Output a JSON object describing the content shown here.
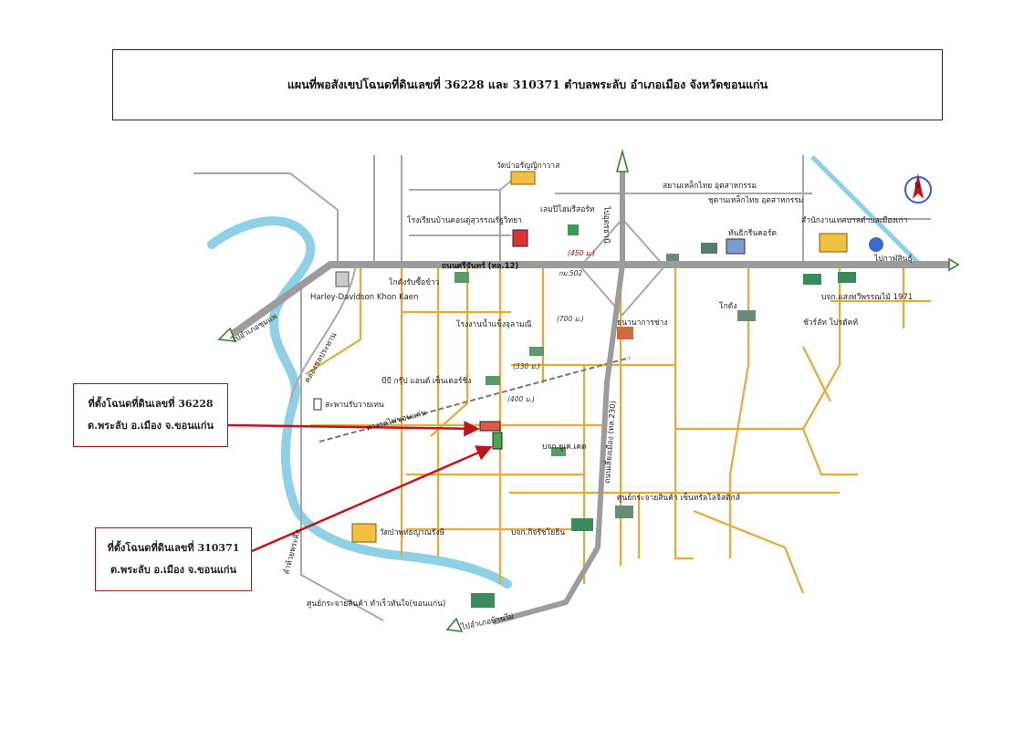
{
  "title": "แผนที่พอสังเขปโฉนดที่ดินเลขที่ 36228 และ 310371 ตำบลพระลับ อำเภอเมือง จังหวัดขอนแก่น",
  "callouts": [
    {
      "line1": "ที่ตั้งโฉนดที่ดินเลขที่ 36228",
      "line2": "ต.พระลับ อ.เมือง จ.ขอนแก่น"
    },
    {
      "line1": "ที่ตั้งโฉนดที่ดินเลขที่ 310371",
      "line2": "ต.พระลับ อ.เมือง จ.ขอนแก่น"
    }
  ],
  "roads": {
    "main_road": "ถนนศรีจันทร์ (ทล.12)",
    "highway_230": "ถนนเลี่ยงเมือง (ทล.230)",
    "to_udon": "ไปอุดรธานี",
    "to_kalasin": "ไปกาฬสินธุ์",
    "to_chumphae": "ไปอำเภอชุมแพ",
    "to_banphai": "ไปอำเภอบ้านไผ่",
    "km": "กม.502",
    "railway": "ทางรถไฟขอนแก่น",
    "river": "ลำห้วยพระคือ",
    "canal": "คลองชลประทาน"
  },
  "distances": [
    "(450 ม.)",
    "(700 ม.)",
    "(330 ม.)",
    "(400 ม.)"
  ],
  "places": {
    "temple_top": "วัดป่าอรัญญิกาวาส",
    "school": "โรงเรียนบ้านดอนดู่สุวรรณรัฐวิทยา",
    "resort": "เลมปีโฮมรีสอร์ท",
    "steel1": "สยามเหล็กไทย อุตสาหกรรม",
    "steel2": "ชุดานเหล็กไทย อุตสาหกรรม",
    "thanachart": "ทันธิกรีนคอร์ด",
    "office": "สำนักงานเทศบาลตำบลเมืองเก่า",
    "rice_mill": "โกดังรับซื้อข้าว",
    "harley": "Harley-Davidson Khon Kaen",
    "ice_factory": "โรงงานน้ำแข็งจุลามณี",
    "transport": "ธนานาการช่าง",
    "warehouse": "โกดัง",
    "bb_group": "บีบี กรุ๊ป แอนด์ เซ็นเตอร์ชิ่ง",
    "roadside_bridge": "สะพานรับวายเทน",
    "nakhon_1971": "บจก.แสงทวีพรรณไม้ 1971",
    "logistic": "ชัวร์ลัท โปรดัคท์",
    "company_uk": "บจก.ยูเค.เคด",
    "central_logistics": "ศูนย์กระจายสินค้า เซ็นทรัลโลจิสติกส์",
    "company_krirai": "บจก.กิจรัชโยธิน",
    "temple_bottom": "วัดป่าพุทธญาณรังษี",
    "dist_center": "ศูนย์กระจายสินค้า ทำเร็วทันใจ(ขอนแก่น)"
  },
  "north": "N",
  "colors": {
    "main_road": "#9c9c9c",
    "local_road": "#e9a934",
    "river": "#8ed0e6",
    "callout_arrow": "#c0141a",
    "arrow_green": "#2e7d32"
  }
}
